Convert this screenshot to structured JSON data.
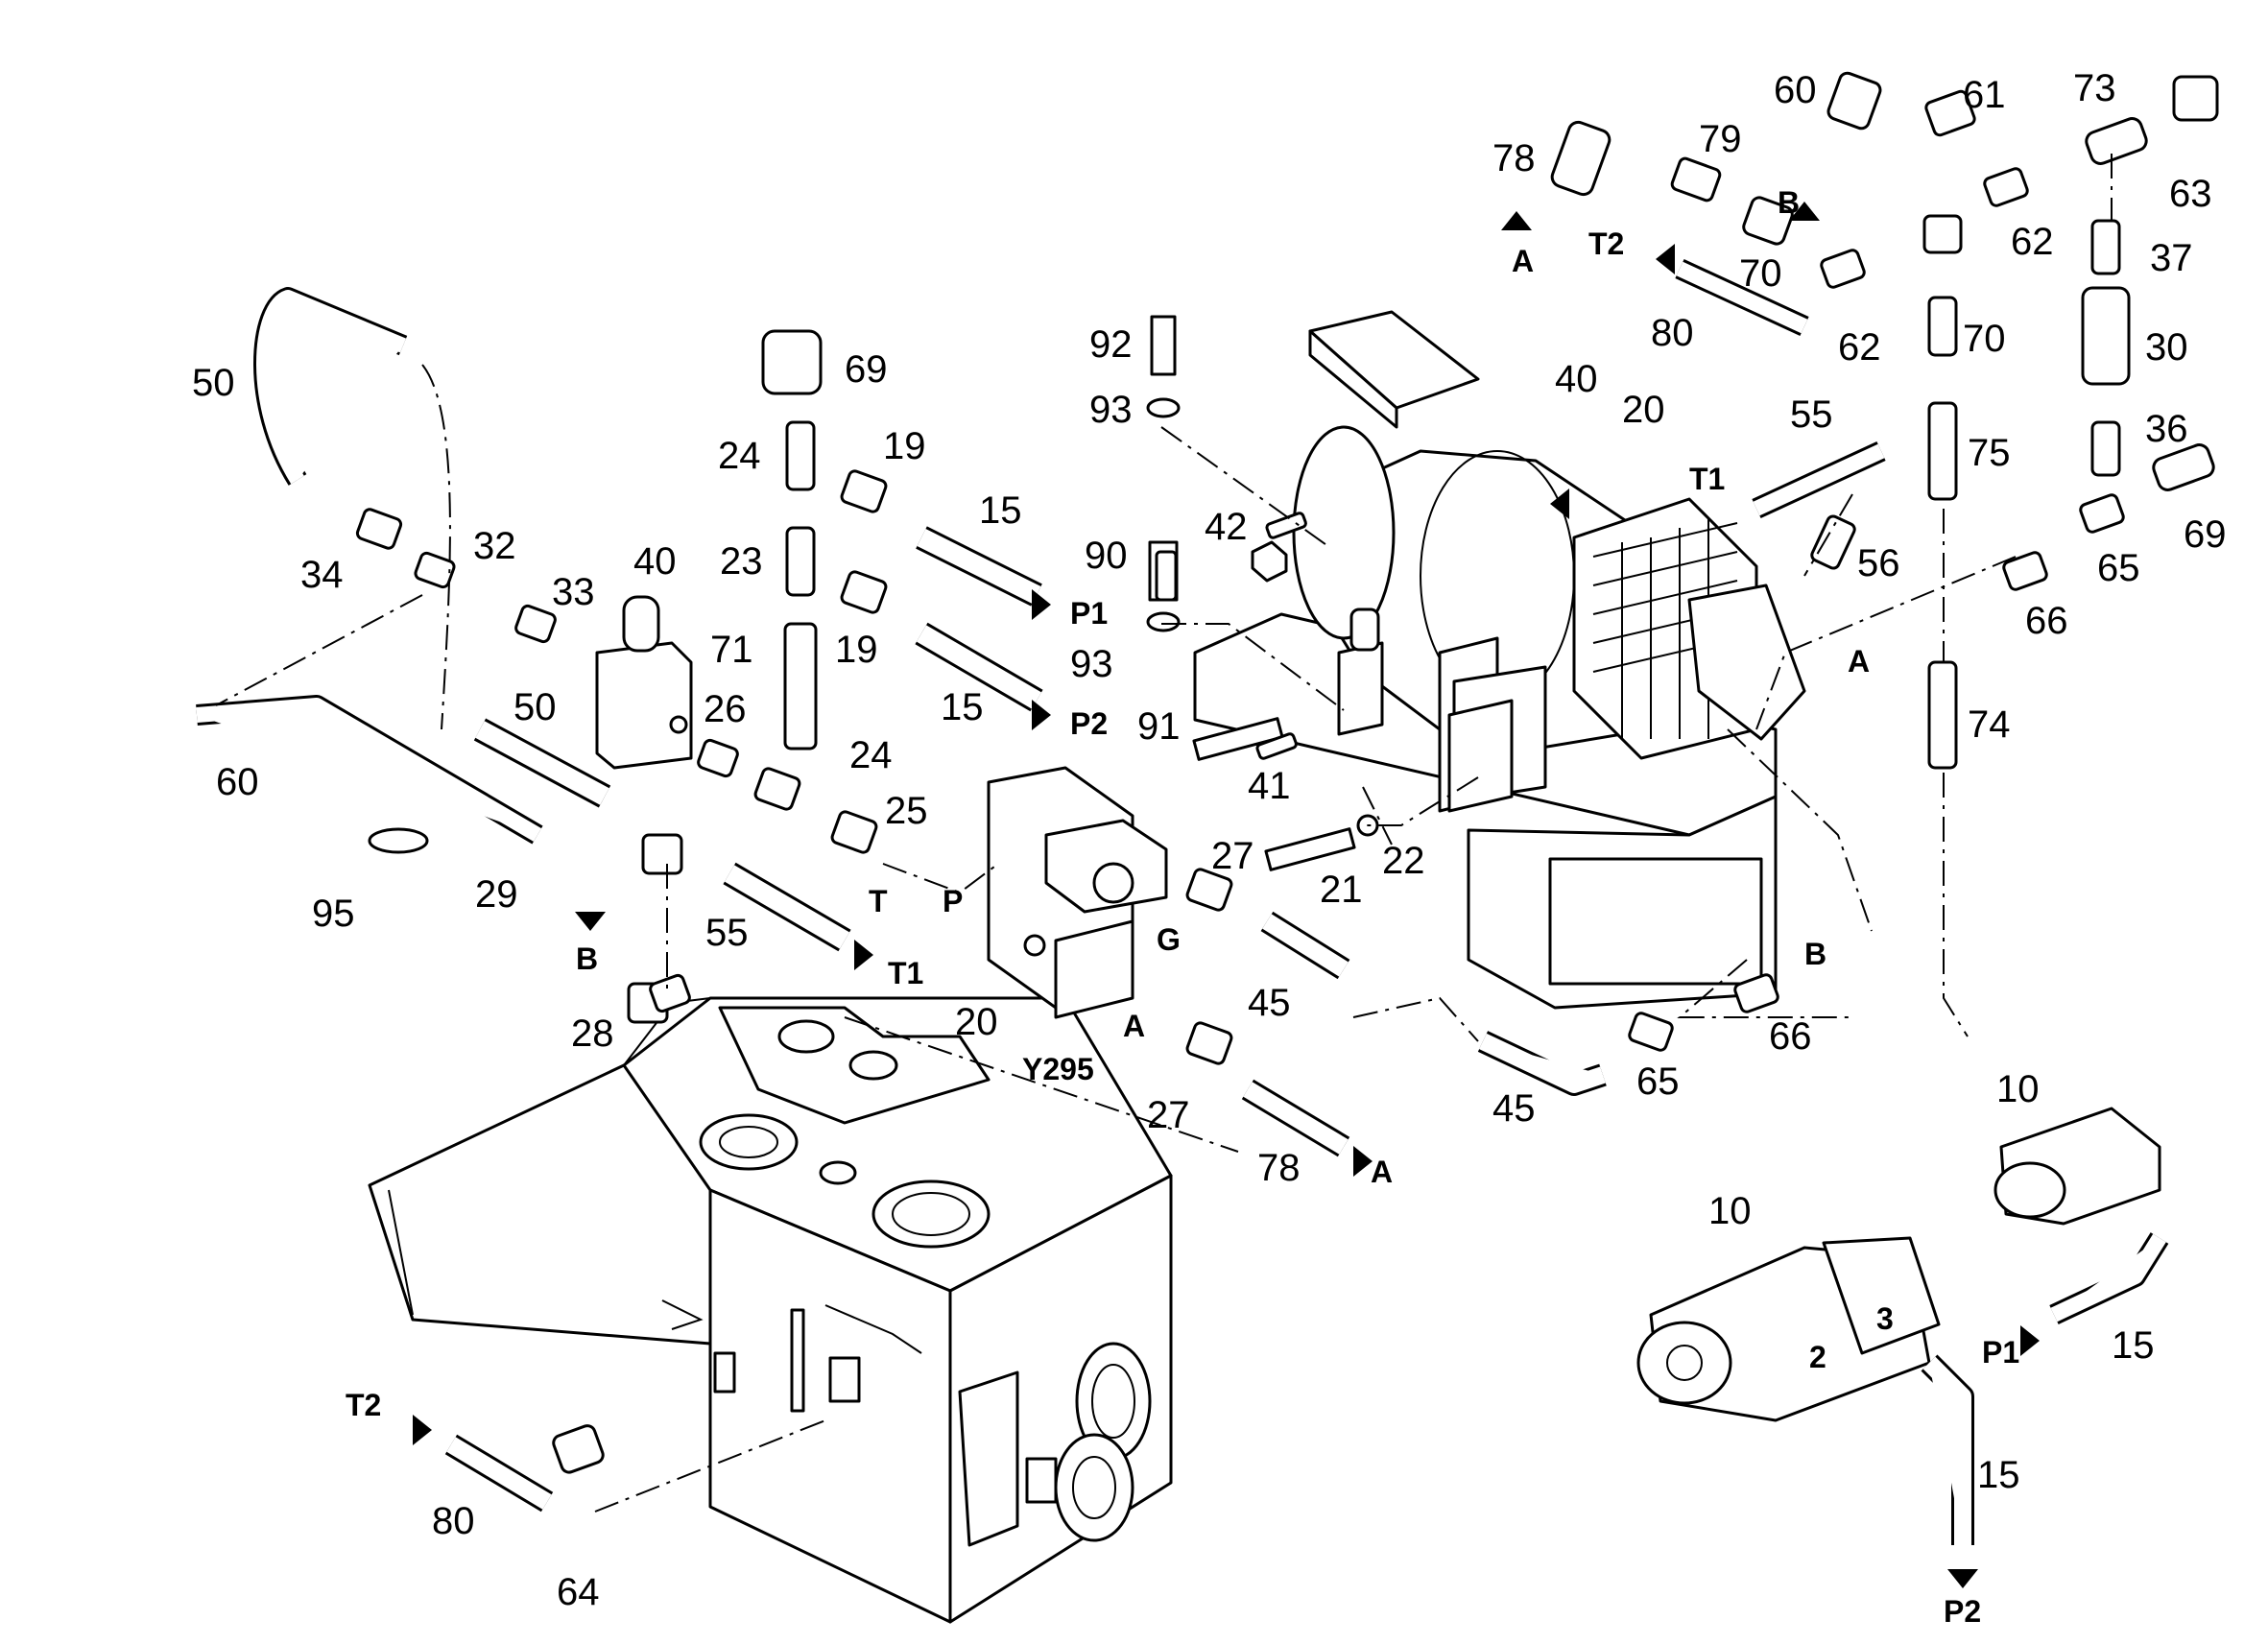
{
  "labels": {
    "p10a": "10",
    "p10b": "10",
    "p15a": "15",
    "p15b": "15",
    "p15c": "15",
    "p15d": "15",
    "p19a": "19",
    "p19b": "19",
    "p20a": "20",
    "p20b": "20",
    "p21": "21",
    "p22": "22",
    "p23": "23",
    "p24a": "24",
    "p24b": "24",
    "p25": "25",
    "p26": "26",
    "p27a": "27",
    "p27b": "27",
    "p28": "28",
    "p29": "29",
    "p30": "30",
    "p32": "32",
    "p33": "33",
    "p34": "34",
    "p36": "36",
    "p37": "37",
    "p40a": "40",
    "p40b": "40",
    "p41": "41",
    "p42": "42",
    "p45a": "45",
    "p45b": "45",
    "p50a": "50",
    "p50b": "50",
    "p55a": "55",
    "p55b": "55",
    "p56": "56",
    "p60a": "60",
    "p60b": "60",
    "p61": "61",
    "p62a": "62",
    "p62b": "62",
    "p63": "63",
    "p64": "64",
    "p65a": "65",
    "p65b": "65",
    "p66a": "66",
    "p66b": "66",
    "p69a": "69",
    "p69b": "69",
    "p70a": "70",
    "p70b": "70",
    "p71": "71",
    "p73": "73",
    "p74": "74",
    "p75": "75",
    "p78a": "78",
    "p78b": "78",
    "p79": "79",
    "p80a": "80",
    "p80b": "80",
    "p90": "90",
    "p91": "91",
    "p92": "92",
    "p93a": "93",
    "p93b": "93",
    "p95": "95"
  },
  "ports": {
    "p1_top": "P1",
    "p2_top": "P2",
    "t1_valve": "T1",
    "t1_motor": "T1",
    "t2_top": "T2",
    "t2_tank": "T2",
    "a_top": "A",
    "a_mid": "A",
    "a_valve": "A",
    "a_out": "A",
    "b_top": "B",
    "b_left": "B",
    "b_mid": "B",
    "p1_pump": "P1",
    "p2_pump": "P2",
    "t_port": "T",
    "p_port": "P",
    "g_port": "G",
    "pump_2": "2",
    "pump_3": "3"
  },
  "valve_code": "Y295"
}
